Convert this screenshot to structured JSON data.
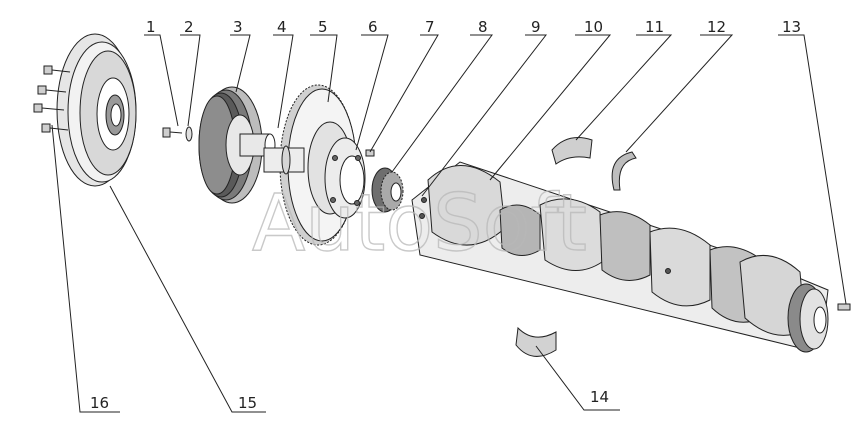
{
  "diagram": {
    "callouts": [
      "1",
      "2",
      "3",
      "4",
      "5",
      "6",
      "7",
      "8",
      "9",
      "10",
      "11",
      "12",
      "13",
      "14",
      "15",
      "16"
    ],
    "watermark": "AutoSoft"
  }
}
